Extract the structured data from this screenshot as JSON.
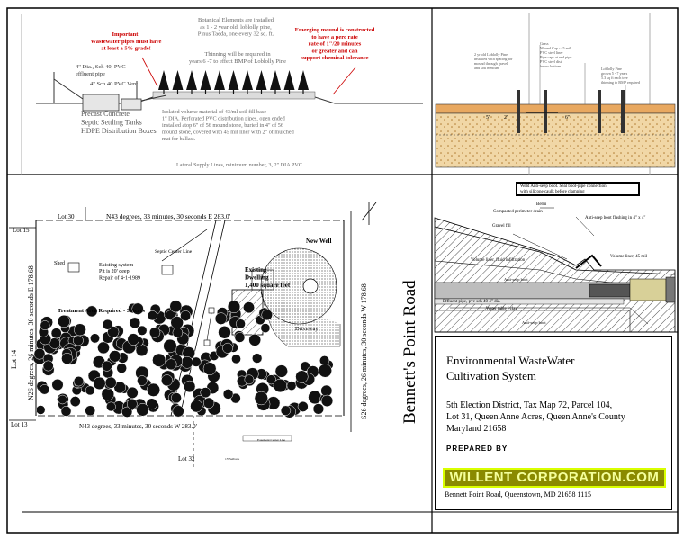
{
  "top_left": {
    "red_note_left": "Important!\nWastewater pipes must have\nat least a 5% grade!",
    "botanical_note": "Botanical Elements are installed\nas 1 - 2 year old, loblolly pine,\nPinus Taeda, one every 32 sq. ft.",
    "thinning_note": "Thinning will be required in\nyears 6 -7 to effect BMP of Loblolly Pine",
    "red_note_right": "Emerging mound is constructed\nto have a perc rate\nrate of 1\"/20 minutes\nor greater and can\nsupport chemical tolerance",
    "pipe_label": "4\" Dia., Sch 40, PVC\neffluent pipe",
    "vent_label": "4\" Sch 40 PVC Vent",
    "tank_label": "Precast Concrete\nSeptic Settling Tanks\nHDPE Distribution Boxes",
    "mound_note": "Isolated volume material of 43/ml soil fill base\n1\" DIA. Perforated PVC distribution pipes, open ended\ninstalled atop 6\" of 56 mound stone, buried in 4\" of 56\nmound stone, covered with 45 mil liner with 2\" of mulched\nmat for ballast.",
    "lateral_note": "Lateral Supply Lines, minimum number, 3, 2\" DIA PVC"
  },
  "top_right": {
    "note_a": "2 yr old Loblolly Pine\ninstalled with spacing for\nmound through gravel\nand soil medium",
    "note_b": "Grass\nMound Cap - 45 mil\nPVC steel liner\nPipe caps at end pipe\nPVC steel dist.\nbelow bottom",
    "note_c": "Loblolly Pine\ngrown 5 - 7 years\n5.3 sq ft each tree\nthinning to BMP required",
    "dim_1": "5'",
    "dim_2": "2'",
    "dim_3": "6\""
  },
  "site_plan": {
    "lot_30": "Lot 30",
    "lot_15": "Lot 15",
    "lot_14": "Lot 14",
    "lot_13": "Lot 13",
    "lot_32": "Lot 32",
    "north_bearing": "N43 degrees, 33 minutes, 30 seconds E   283.0'",
    "south_bearing": "N43 degrees, 33 minutes, 30 seconds W   283.0'",
    "west_bearing": "N26 degrees, 26 minutes, 30 seconds E   178.68'",
    "east_bearing": "S26 degrees, 26 minutes, 30 seconds W   178.68'",
    "road": "Bennett's Point Road",
    "shed": "Shed",
    "existing_system": "Existing system\nPit is 20' deep\nRepair of 4-1-1989",
    "septic_line": "Septic Center Line",
    "new_well": "New Well",
    "dwelling": "Existing\nDwelling\n1,400 square feet",
    "driveway": "Driveway",
    "treatment": "Treatment Area Required - 3 Acres",
    "easement": "Easement Center Line",
    "setback": "15' Setback"
  },
  "section": {
    "warning": "Weld Anti-seep boot.  Seal boot-pipe connection\nwith silicone caulk before clamping",
    "berm": "Berm",
    "perimeter": "Compacted perimeter drain",
    "gravel": "Gravel fill",
    "boot": "Anti-seep boot flashing in 4\" x 4\"",
    "liner_inf": "Volume liner, fluid infiltration",
    "volume_liner": "Volume liner, 45 mil",
    "anti_seep": "Anti-seep boot",
    "effluent": "Effluent pipe, pvc sch 40 4\" dia.",
    "water_table": "Water table / clay",
    "seep_bottom": "Anti-seep boot"
  },
  "title_block": {
    "title": "Environmental WasteWater\nCultivation System",
    "location": "5th Election District, Tax Map 72, Parcel 104,\nLot 31, Queen Anne Acres, Queen Anne's County\nMaryland 21658",
    "prepared_by": "PREPARED BY",
    "company": "WILLENT CORPORATION.COM",
    "address": "Bennett Point Road, Queenstown, MD 21658 1115"
  },
  "colors": {
    "red_note": "#cc0000",
    "logo_bg": "#8a8a00",
    "logo_border": "#d9ff00",
    "soil": "#e8b870",
    "gravel": "#c8c8c8"
  }
}
